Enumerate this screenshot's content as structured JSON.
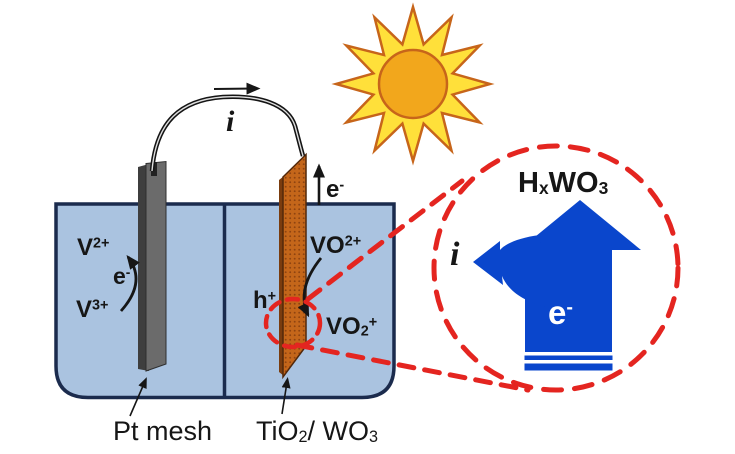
{
  "colors": {
    "electrolyte": "#aac3e0",
    "beaker_outline": "#1b2b4d",
    "pt_electrode": "#6b6b6b",
    "photo_electrode": "#c4661a",
    "photo_electrode_dot": "#8f4410",
    "sun_ray": "#ffe03a",
    "sun_core": "#f2a71c",
    "sun_outline": "#c7651a",
    "highlight_red": "#e42520",
    "electron_arrow_blue": "#0a46cc"
  },
  "labels": {
    "wire_current": "i",
    "left_cell": {
      "v2": {
        "base": "V",
        "sup": "2+"
      },
      "electron": {
        "base": "e",
        "sup": "-"
      },
      "v3": {
        "base": "V",
        "sup": "3+"
      }
    },
    "right_cell": {
      "vo2plus": {
        "base": "VO",
        "sup": "2+"
      },
      "hole": {
        "base": "h",
        "sup": "+"
      },
      "vo2plus_ox": {
        "base": "VO",
        "sub": "2",
        "sup": "+"
      },
      "electron_out": {
        "base": "e",
        "sup": "-"
      }
    },
    "electrode_captions": {
      "left": "Pt mesh",
      "right": {
        "p1": "TiO",
        "s1": "2",
        "p2": "/ WO",
        "s2": "3"
      }
    },
    "inset": {
      "product": {
        "p1": "H",
        "s1": "x",
        "p2": "WO",
        "s2": "3"
      },
      "current": "i",
      "electron": {
        "base": "e",
        "sup": "-"
      }
    }
  }
}
